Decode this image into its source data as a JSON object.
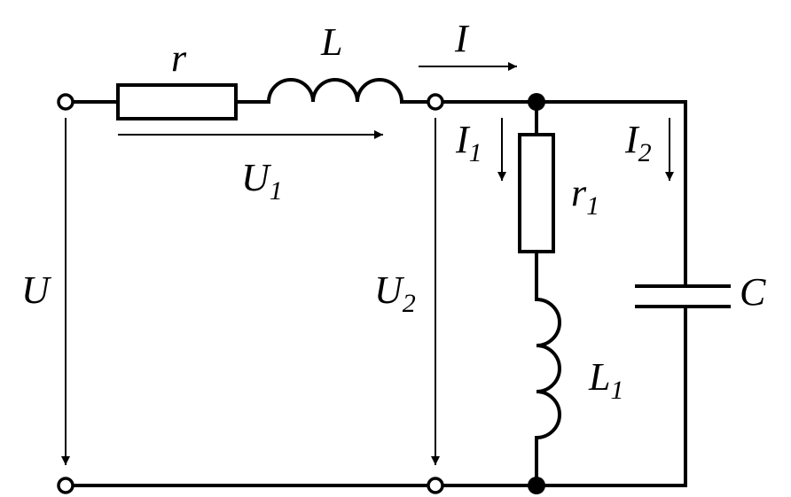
{
  "diagram": {
    "labels": {
      "r": "r",
      "L": "L",
      "I": "I",
      "U1_main": "U",
      "U1_sub": "1",
      "U": "U",
      "U2_main": "U",
      "U2_sub": "2",
      "I1_main": "I",
      "I1_sub": "1",
      "I2_main": "I",
      "I2_sub": "2",
      "r1_main": "r",
      "r1_sub": "1",
      "L1_main": "L",
      "L1_sub": "1",
      "C": "C"
    }
  }
}
